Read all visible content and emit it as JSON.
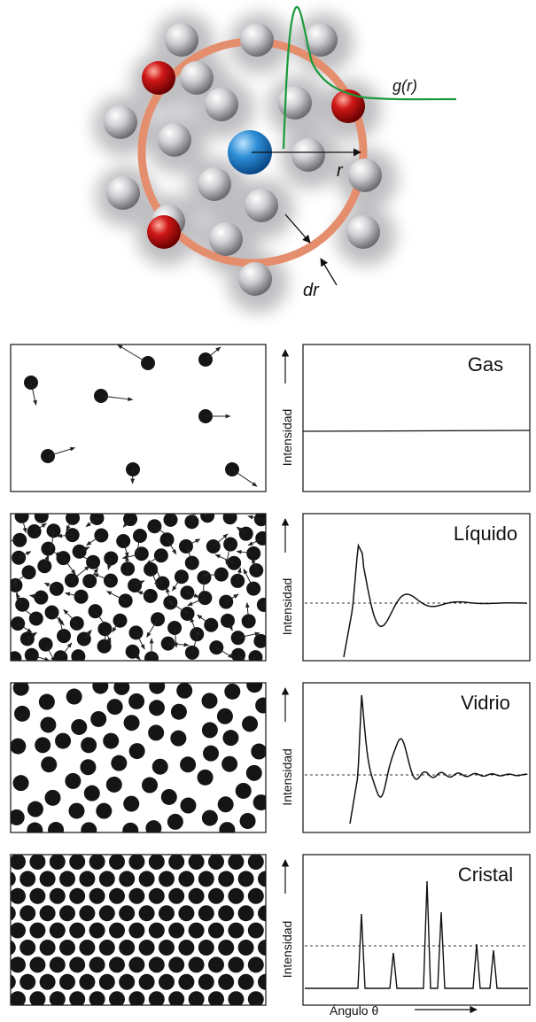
{
  "top_diagram": {
    "function_label": "g(r)",
    "radius_label": "r",
    "shell_label": "dr"
  },
  "axis_labels": {
    "y_label": "Intensidad",
    "x_label": "Ángulo θ"
  },
  "states": [
    {
      "name": "Gas"
    },
    {
      "name": "Líquido"
    },
    {
      "name": "Vidrio"
    },
    {
      "name": "Cristal"
    }
  ],
  "colors": {
    "central_atom": "#2e8fd6",
    "neighbor_atom": "#d01818",
    "other_atom": "#c8c8cc",
    "shell_ring": "#e58e6e",
    "gr_curve": "#1a9a3a",
    "particle": "#151515",
    "frame": "#222222"
  }
}
